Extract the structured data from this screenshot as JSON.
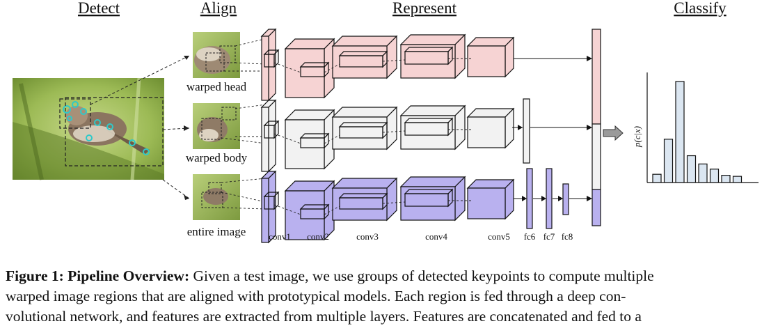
{
  "stages": {
    "detect": "Detect",
    "align": "Align",
    "represent": "Represent",
    "classify": "Classify"
  },
  "crops": [
    {
      "label": "warped head"
    },
    {
      "label": "warped body"
    },
    {
      "label": "entire image"
    }
  ],
  "layers": [
    "conv1",
    "conv2",
    "conv3",
    "conv4",
    "conv5",
    "fc6",
    "fc7",
    "fc8"
  ],
  "classify": {
    "ylabel": "p(c|x)"
  },
  "histogram": [
    0.08,
    0.42,
    0.98,
    0.26,
    0.18,
    0.13,
    0.07,
    0.06
  ],
  "colors": {
    "head": "#f6d3d3",
    "body": "#f2f2f2",
    "entire": "#b9b1ef",
    "stroke": "#111111",
    "bar": "#dbe6f1",
    "photo_green": "#8fae4a",
    "keypoint": "#2fc9c9"
  },
  "caption": {
    "title": "Figure 1: Pipeline Overview:",
    "line1": " Given a test image, we use groups of detected keypoints to compute multiple",
    "line2": "warped image regions that are aligned with prototypical models.  Each region is fed through a deep con-",
    "line3": "volutional network, and features are extracted from multiple layers. Features are concatenated and fed to a"
  }
}
